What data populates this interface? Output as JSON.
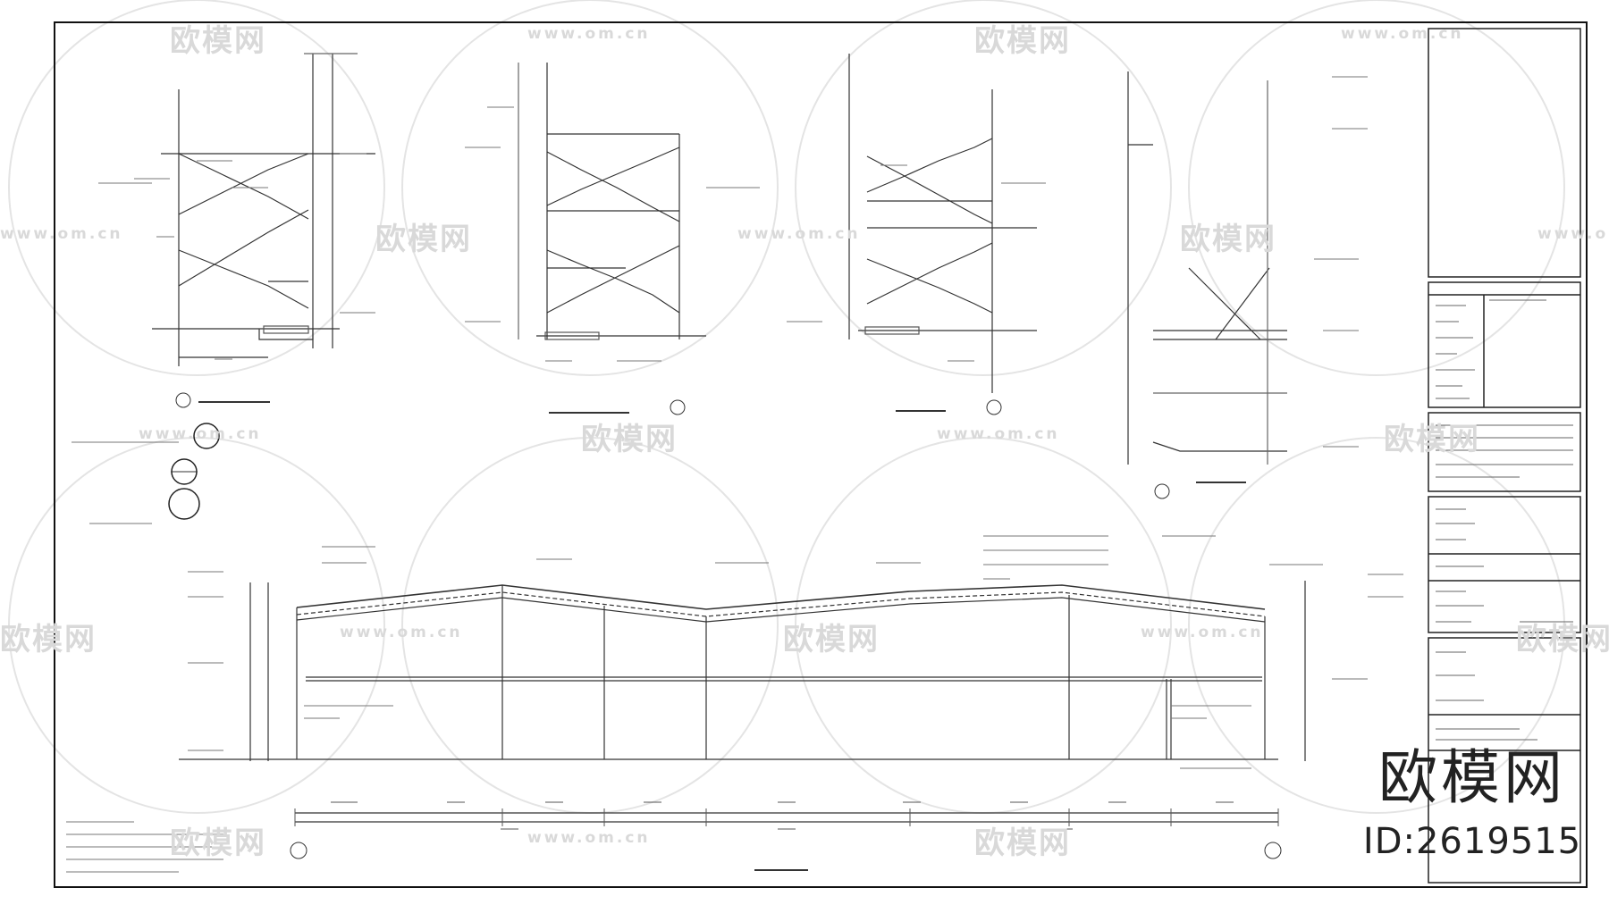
{
  "watermark": {
    "site_name": "欧模网",
    "url": "www.om.cn"
  },
  "brand": {
    "name": "欧模网",
    "id_text": "ID:2619515"
  },
  "colors": {
    "line": "#111111",
    "faint_line": "#555555",
    "watermark": "#d9d9d9"
  }
}
